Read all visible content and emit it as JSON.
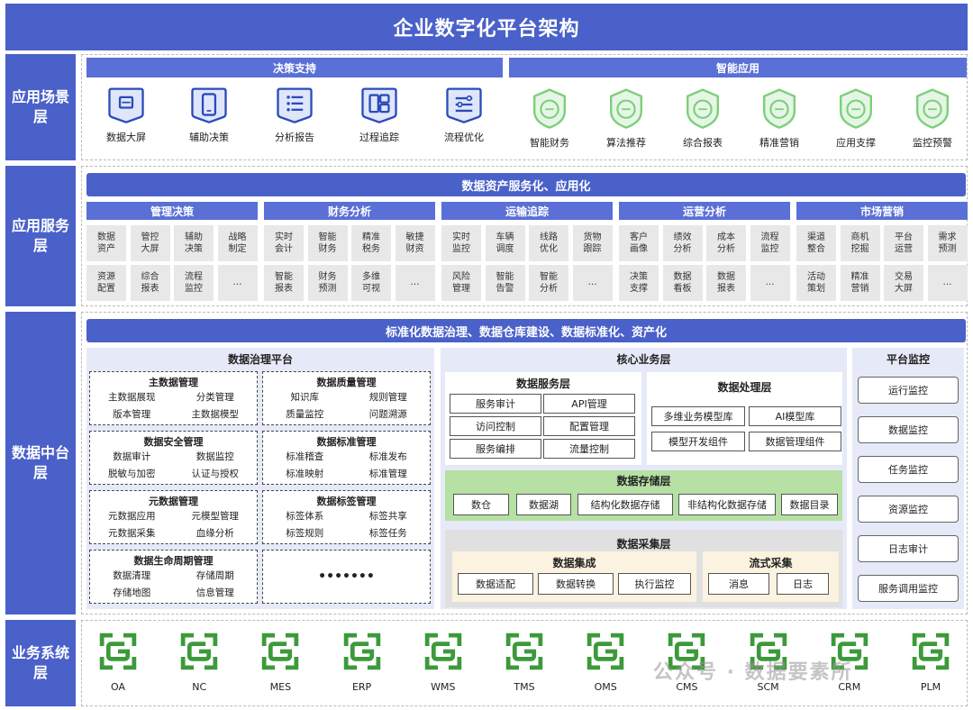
{
  "title": "企业数字化平台架构",
  "rows": {
    "scene": "应用场景层",
    "service": "应用服务层",
    "platform": "数据中台层",
    "business": "业务系统层"
  },
  "scene": {
    "decision": {
      "title": "决策支持",
      "items": [
        "数据大屏",
        "辅助决策",
        "分析报告",
        "过程追踪",
        "流程优化"
      ]
    },
    "smart": {
      "title": "智能应用",
      "items": [
        "智能财务",
        "算法推荐",
        "综合报表",
        "精准营销",
        "应用支撑",
        "监控预警"
      ]
    }
  },
  "service": {
    "banner": "数据资产服务化、应用化",
    "groups": [
      {
        "title": "管理决策",
        "cells": [
          "数据\n资产",
          "管控\n大屏",
          "辅助\n决策",
          "战略\n制定",
          "资源\n配置",
          "综合\n报表",
          "流程\n监控",
          "…"
        ]
      },
      {
        "title": "财务分析",
        "cells": [
          "实时\n会计",
          "智能\n财务",
          "精准\n税务",
          "敏捷\n财资",
          "智能\n报表",
          "财务\n预测",
          "多维\n可视",
          "…"
        ]
      },
      {
        "title": "运输追踪",
        "cells": [
          "实时\n监控",
          "车辆\n调度",
          "线路\n优化",
          "货物\n跟踪",
          "风险\n管理",
          "智能\n告警",
          "智能\n分析",
          "…"
        ]
      },
      {
        "title": "运营分析",
        "cells": [
          "客户\n画像",
          "绩效\n分析",
          "成本\n分析",
          "流程\n监控",
          "决策\n支撑",
          "数据\n看板",
          "数据\n报表",
          "…"
        ]
      },
      {
        "title": "市场营销",
        "cells": [
          "渠道\n整合",
          "商机\n挖掘",
          "平台\n运营",
          "需求\n预测",
          "活动\n策划",
          "精准\n营销",
          "交易\n大屏",
          "…"
        ]
      }
    ]
  },
  "platform": {
    "banner": "标准化数据治理、数据仓库建设、数据标准化、资产化",
    "governance": {
      "title": "数据治理平台",
      "groups": [
        {
          "title": "主数据管理",
          "items": [
            "主数据展现",
            "分类管理",
            "版本管理",
            "主数据模型"
          ]
        },
        {
          "title": "数据质量管理",
          "items": [
            "知识库",
            "规则管理",
            "质量监控",
            "问题溯源"
          ]
        },
        {
          "title": "数据安全管理",
          "items": [
            "数据审计",
            "数据监控",
            "脱敏与加密",
            "认证与授权"
          ]
        },
        {
          "title": "数据标准管理",
          "items": [
            "标准稽查",
            "标准发布",
            "标准映射",
            "标准管理"
          ]
        },
        {
          "title": "元数据管理",
          "items": [
            "元数据应用",
            "元模型管理",
            "元数据采集",
            "血缘分析"
          ]
        },
        {
          "title": "数据标签管理",
          "items": [
            "标签体系",
            "标签共享",
            "标签规则",
            "标签任务"
          ]
        },
        {
          "title": "数据生命周期管理",
          "items": [
            "数据清理",
            "存储周期",
            "存储地图",
            "信息管理"
          ]
        }
      ],
      "more": "•••••••"
    },
    "core": {
      "title": "核心业务层",
      "service": {
        "title": "数据服务层",
        "items": [
          "服务审计",
          "API管理",
          "访问控制",
          "配置管理",
          "服务编排",
          "流量控制"
        ]
      },
      "process": {
        "title": "数据处理层",
        "items": [
          "多维业务模型库",
          "AI模型库",
          "模型开发组件",
          "数据管理组件"
        ]
      },
      "storage": {
        "title": "数据存储层",
        "items": [
          "数仓",
          "数据湖",
          "结构化数据存储",
          "非结构化数据存储",
          "数据目录"
        ]
      },
      "collect": {
        "title": "数据采集层",
        "integration": {
          "title": "数据集成",
          "items": [
            "数据适配",
            "数据转换",
            "执行监控"
          ]
        },
        "stream": {
          "title": "流式采集",
          "items": [
            "消息",
            "日志"
          ]
        }
      }
    },
    "monitor": {
      "title": "平台监控",
      "items": [
        "运行监控",
        "数据监控",
        "任务监控",
        "资源监控",
        "日志审计",
        "服务调用监控"
      ]
    }
  },
  "systems": [
    "OA",
    "NC",
    "MES",
    "ERP",
    "WMS",
    "TMS",
    "OMS",
    "CMS",
    "SCM",
    "CRM",
    "PLM"
  ],
  "watermark": "公众号 · 数据要素所",
  "colors": {
    "primary": "#4a61c9",
    "green": "#3c9a3a",
    "panel": "#e6e9f7",
    "storage": "#b6e0a4",
    "collect": "#e0e0e0"
  }
}
